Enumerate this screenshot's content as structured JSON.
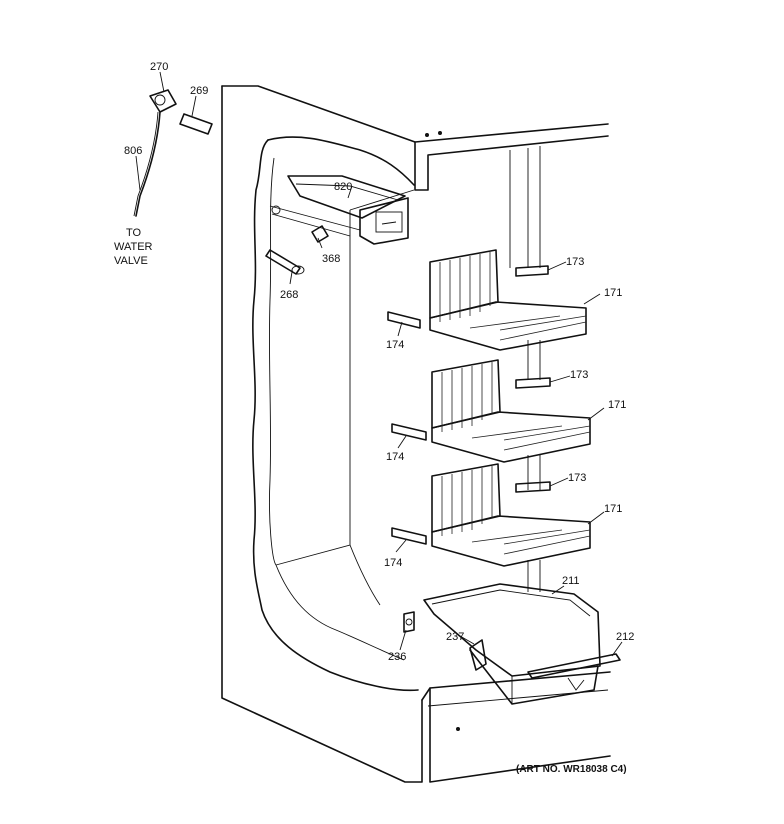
{
  "diagram": {
    "art_number": "(ART NO. WR18038 C4)",
    "water_valve_text": [
      "TO",
      "WATER",
      "VALVE"
    ],
    "part_labels": {
      "p270": "270",
      "p269": "269",
      "p806": "806",
      "p820": "820",
      "p368": "368",
      "p268": "268",
      "p173a": "173",
      "p171a": "171",
      "p174a": "174",
      "p173b": "173",
      "p171b": "171",
      "p174b": "174",
      "p173c": "173",
      "p171c": "171",
      "p174c": "174",
      "p211": "211",
      "p212": "212",
      "p237": "237",
      "p236": "236"
    }
  }
}
